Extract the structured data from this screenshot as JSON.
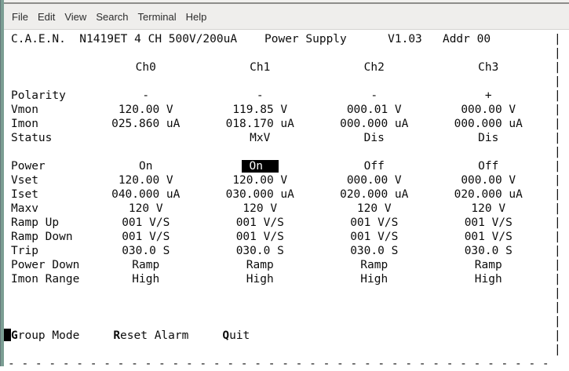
{
  "menu_bar": {
    "items": [
      "File",
      "Edit",
      "View",
      "Search",
      "Terminal",
      "Help"
    ]
  },
  "terminal": {
    "title_line": "C.A.E.N.  N1419ET 4 CH 500V/200uA    Power Supply      V1.03   Addr 00",
    "channel_headers": [
      "Ch0",
      "Ch1",
      "Ch2",
      "Ch3"
    ],
    "rows": [
      {
        "label": "Polarity",
        "values": [
          "-",
          "-",
          "-",
          "+"
        ]
      },
      {
        "label": "Vmon",
        "values": [
          "120.00 V",
          "119.85 V",
          "000.01 V",
          "000.00 V"
        ]
      },
      {
        "label": "Imon",
        "values": [
          "025.860 uA",
          "018.170 uA",
          "000.000 uA",
          "000.000 uA"
        ]
      },
      {
        "label": "Status",
        "values": [
          "",
          "MxV",
          "Dis",
          "Dis"
        ]
      },
      {
        "label": "Power",
        "values": [
          "On",
          "On",
          "Off",
          "Off"
        ]
      },
      {
        "label": "Vset",
        "values": [
          "120.00 V",
          "120.00 V",
          "000.00 V",
          "000.00 V"
        ]
      },
      {
        "label": "Iset",
        "values": [
          "040.000 uA",
          "030.000 uA",
          "020.000 uA",
          "020.000 uA"
        ]
      },
      {
        "label": "Maxv",
        "values": [
          "120 V",
          "120 V",
          "120 V",
          "120 V"
        ]
      },
      {
        "label": "Ramp Up",
        "values": [
          "001 V/S",
          "001 V/S",
          "001 V/S",
          "001 V/S"
        ]
      },
      {
        "label": "Ramp Down",
        "values": [
          "001 V/S",
          "001 V/S",
          "001 V/S",
          "001 V/S"
        ]
      },
      {
        "label": "Trip",
        "values": [
          "030.0 S",
          "030.0 S",
          "030.0 S",
          "030.0 S"
        ]
      },
      {
        "label": "Power Down",
        "values": [
          "Ramp",
          "Ramp",
          "Ramp",
          "Ramp"
        ]
      },
      {
        "label": "Imon Range",
        "values": [
          "High",
          "High",
          "High",
          "High"
        ]
      }
    ],
    "selection": {
      "row": "Power",
      "channel": "Ch1",
      "value": "On"
    },
    "footer": {
      "items": [
        {
          "key": "G",
          "rest": "roup Mode"
        },
        {
          "key": "R",
          "rest": "eset Alarm"
        },
        {
          "key": "Q",
          "rest": "uit"
        }
      ]
    },
    "border": {
      "right_column": "|\n|\n|\n|\n|\n|\n|\n|\n|\n|\n|\n|\n|\n|\n|\n|\n|\n|\n|\n|\n|\n|\n|",
      "bottom_line": "- - - - - - - - - - - - - - - - - - - - - - - - - - - - - - - - - - - - - - - -"
    }
  },
  "colors": {
    "accent_strip": "#7b9e93",
    "menubar_bg": "#efeeec",
    "terminal_bg": "#ffffff",
    "terminal_fg": "#0c0c0c",
    "highlight_bg": "#000000",
    "highlight_fg": "#ffffff"
  }
}
